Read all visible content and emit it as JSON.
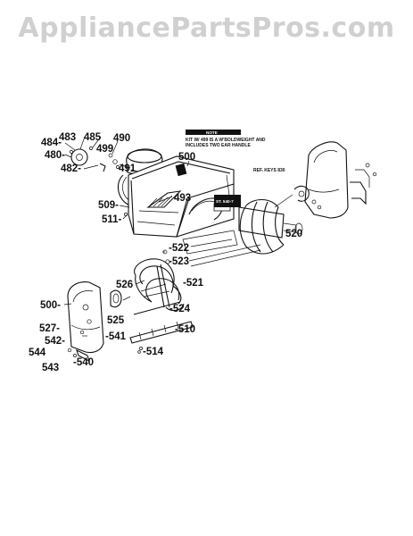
{
  "watermark": "AppliancePartsPros.com",
  "notes": {
    "box_note_title": "NOTE",
    "box_note_line1": "KIT W/ 499 IS A W'BOLDWEIGHT AND",
    "box_note_line2": "INCLUDES TWO EAR HANDLE",
    "ref_key": "REF. KEYS 830",
    "tag_note": "ST. 540-7"
  },
  "part_labels": [
    {
      "id": "483",
      "text": "483"
    },
    {
      "id": "485",
      "text": "485"
    },
    {
      "id": "490",
      "text": "490"
    },
    {
      "id": "484",
      "text": "484-"
    },
    {
      "id": "499",
      "text": "499"
    },
    {
      "id": "480",
      "text": "480-"
    },
    {
      "id": "482",
      "text": "482-"
    },
    {
      "id": "491",
      "text": "491"
    },
    {
      "id": "500a",
      "text": "500"
    },
    {
      "id": "493",
      "text": "493"
    },
    {
      "id": "509",
      "text": "509-"
    },
    {
      "id": "511",
      "text": "511-"
    },
    {
      "id": "520",
      "text": "520"
    },
    {
      "id": "522",
      "text": "-522"
    },
    {
      "id": "523",
      "text": "-523"
    },
    {
      "id": "526",
      "text": "526"
    },
    {
      "id": "521",
      "text": "-521"
    },
    {
      "id": "500b",
      "text": "500-"
    },
    {
      "id": "524",
      "text": "-524"
    },
    {
      "id": "525",
      "text": "525"
    },
    {
      "id": "527",
      "text": "527-"
    },
    {
      "id": "541",
      "text": "-541"
    },
    {
      "id": "510",
      "text": "-510"
    },
    {
      "id": "542",
      "text": "542-"
    },
    {
      "id": "544",
      "text": "544"
    },
    {
      "id": "540",
      "text": "-540"
    },
    {
      "id": "514",
      "text": "-514"
    },
    {
      "id": "543",
      "text": "543"
    }
  ]
}
